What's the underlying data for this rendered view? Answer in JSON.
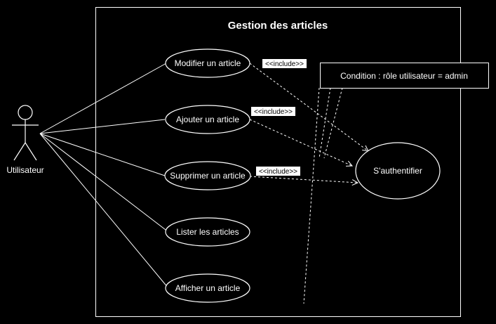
{
  "system": {
    "title": "Gestion des articles"
  },
  "actor": {
    "name": "Utilisateur"
  },
  "use_cases": [
    {
      "id": "modifier",
      "label": "Modifier un article"
    },
    {
      "id": "ajouter",
      "label": "Ajouter un article"
    },
    {
      "id": "supprimer",
      "label": "Supprimer un article"
    },
    {
      "id": "lister",
      "label": "Lister les articles"
    },
    {
      "id": "afficher",
      "label": "Afficher un article"
    }
  ],
  "external_use_case": {
    "label": "S'authentifier"
  },
  "includes": [
    {
      "from": "modifier",
      "to": "authentifier",
      "label": "<<include>>"
    },
    {
      "from": "ajouter",
      "to": "authentifier",
      "label": "<<include>>"
    },
    {
      "from": "supprimer",
      "to": "authentifier",
      "label": "<<include>>"
    }
  ],
  "note": {
    "text": "Condition : rôle utilisateur = admin"
  },
  "colors": {
    "background": "#000000",
    "lines": "#ffffff",
    "use_case_fill": "#000000",
    "external_use_case_fill": "#ffffff",
    "note_fill": "#000000"
  }
}
